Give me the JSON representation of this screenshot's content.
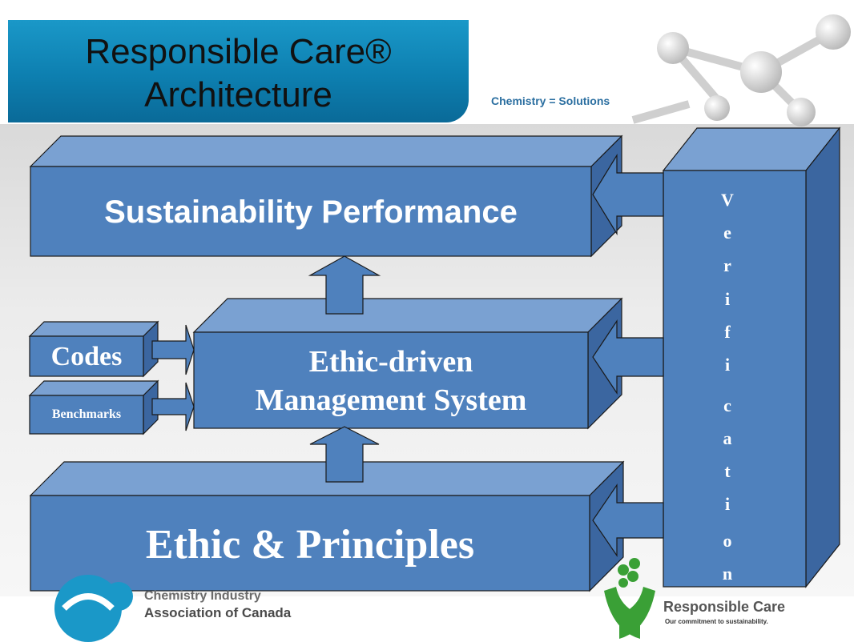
{
  "slide": {
    "title_line1": "Responsible Care®",
    "title_line2": "Architecture",
    "tagline": "Chemistry = Solutions"
  },
  "diagram": {
    "sustainability": "Sustainability Performance",
    "management_line1": "Ethic-driven",
    "management_line2": "Management System",
    "codes": "Codes",
    "benchmarks": "Benchmarks",
    "ethic": "Ethic & Principles",
    "verification_letters": [
      "V",
      "e",
      "r",
      "i",
      "f",
      "i",
      "c",
      "a",
      "t",
      "i",
      "o",
      "n"
    ]
  },
  "footer": {
    "org_line1": "Chemistry Industry",
    "org_line2": "Association of Canada",
    "rc_name": "Responsible Care",
    "rc_tagline": "Our commitment to sustainability."
  },
  "colors": {
    "box_front": "#4f81bd",
    "box_top": "#7aa1d2",
    "box_side": "#3b66a0",
    "title_panel": "#1489bb",
    "outline": "#1a1a1a"
  }
}
